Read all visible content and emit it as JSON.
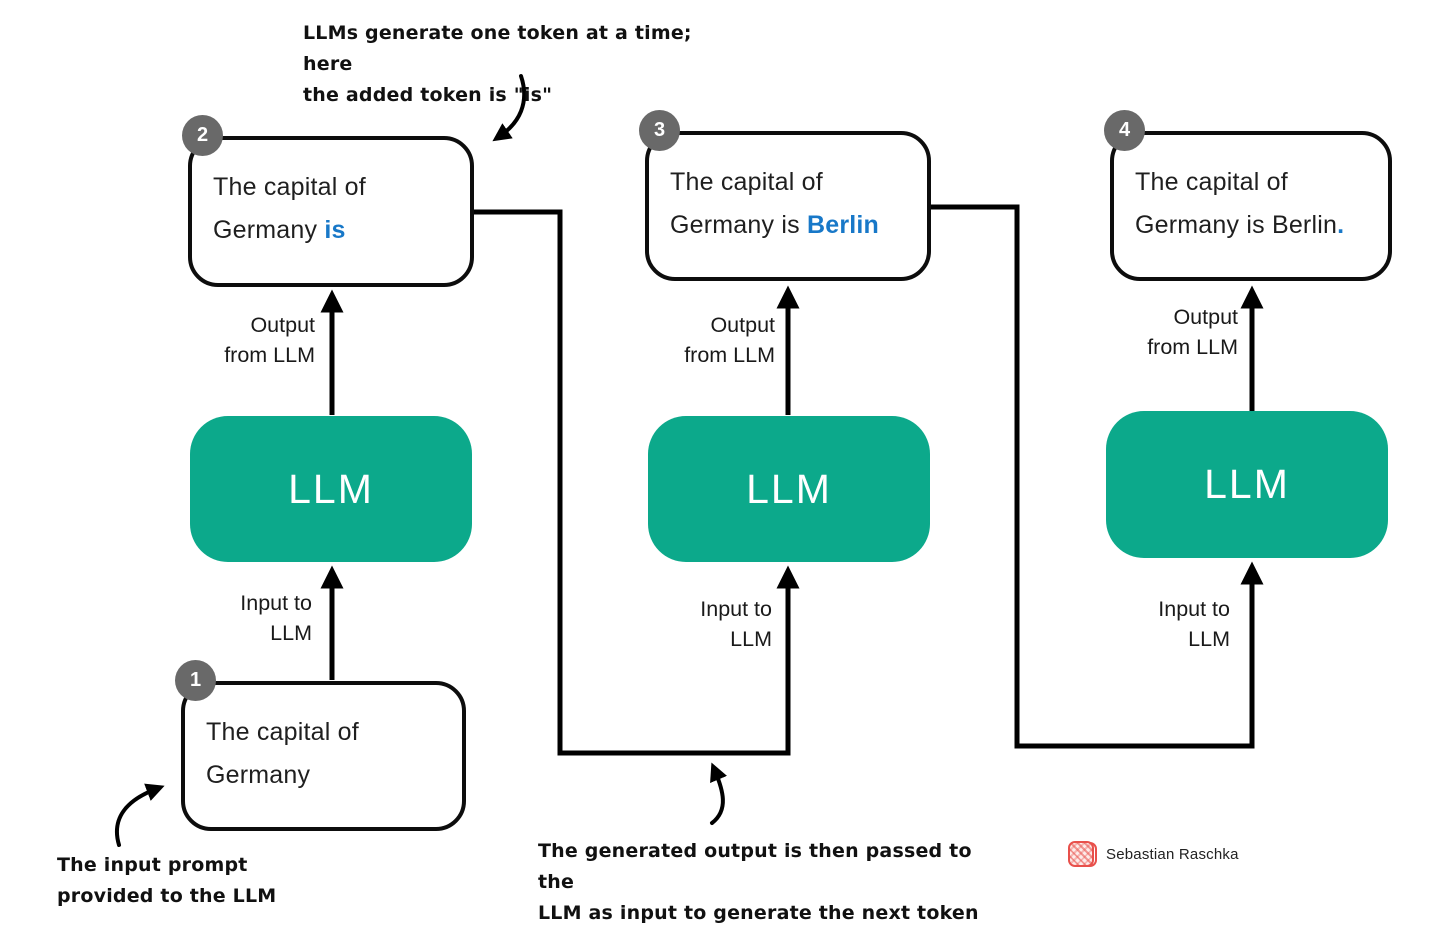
{
  "title_hint": "LLM next-token generation diagram",
  "colors": {
    "llm_green": "#0ca98b",
    "highlight_blue": "#1878c8",
    "badge_gray": "#696969",
    "line_black": "#000000",
    "stamp_red": "#e8504b"
  },
  "annotations": {
    "top": {
      "line1": "LLMs generate one token at a time; here",
      "line2": "the added token is \"is\""
    },
    "bottom_left": {
      "line1": "The input prompt",
      "line2": "provided to the LLM"
    },
    "bottom_middle": {
      "line1": "The generated output is then passed to the",
      "line2": "LLM as input to generate the next token"
    }
  },
  "columns": [
    {
      "output_box": {
        "badge": "2",
        "line1": "The capital of",
        "line2_plain": "Germany ",
        "line2_highlight": "is"
      },
      "output_label": "Output\nfrom LLM",
      "llm_label": "LLM",
      "input_label": "Input to\nLLM",
      "input_box": {
        "badge": "1",
        "line1": "The capital of",
        "line2_plain": "Germany",
        "line2_highlight": ""
      }
    },
    {
      "output_box": {
        "badge": "3",
        "line1": "The capital of",
        "line2_plain": "Germany is ",
        "line2_highlight": "Berlin"
      },
      "output_label": "Output\nfrom LLM",
      "llm_label": "LLM",
      "input_label": "Input to\nLLM"
    },
    {
      "output_box": {
        "badge": "4",
        "line1": "The capital of",
        "line2_plain": "Germany is Berlin",
        "line2_highlight": "."
      },
      "output_label": "Output\nfrom LLM",
      "llm_label": "LLM",
      "input_label": "Input to\nLLM"
    }
  ],
  "attribution": {
    "name": "Sebastian Raschka"
  }
}
